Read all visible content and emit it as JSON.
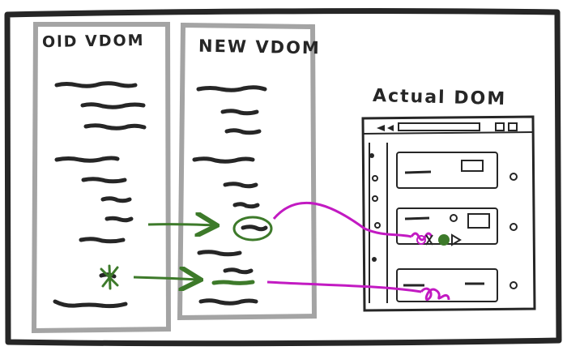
{
  "labels": {
    "old_vdom": "OlD VDOM",
    "new_vdom": "NEW VDOM",
    "actual_dom": "Actual DOM"
  },
  "colors": {
    "ink": "#262626",
    "panel_border": "#a4a4a4",
    "diff_green": "#3d7a2a",
    "patch_magenta": "#c21ac2"
  },
  "icons": {
    "changed_node_marker": "circle-icon",
    "removed_node_marker": "asterisk-icon",
    "browser_chrome": "browser-window-icon"
  }
}
